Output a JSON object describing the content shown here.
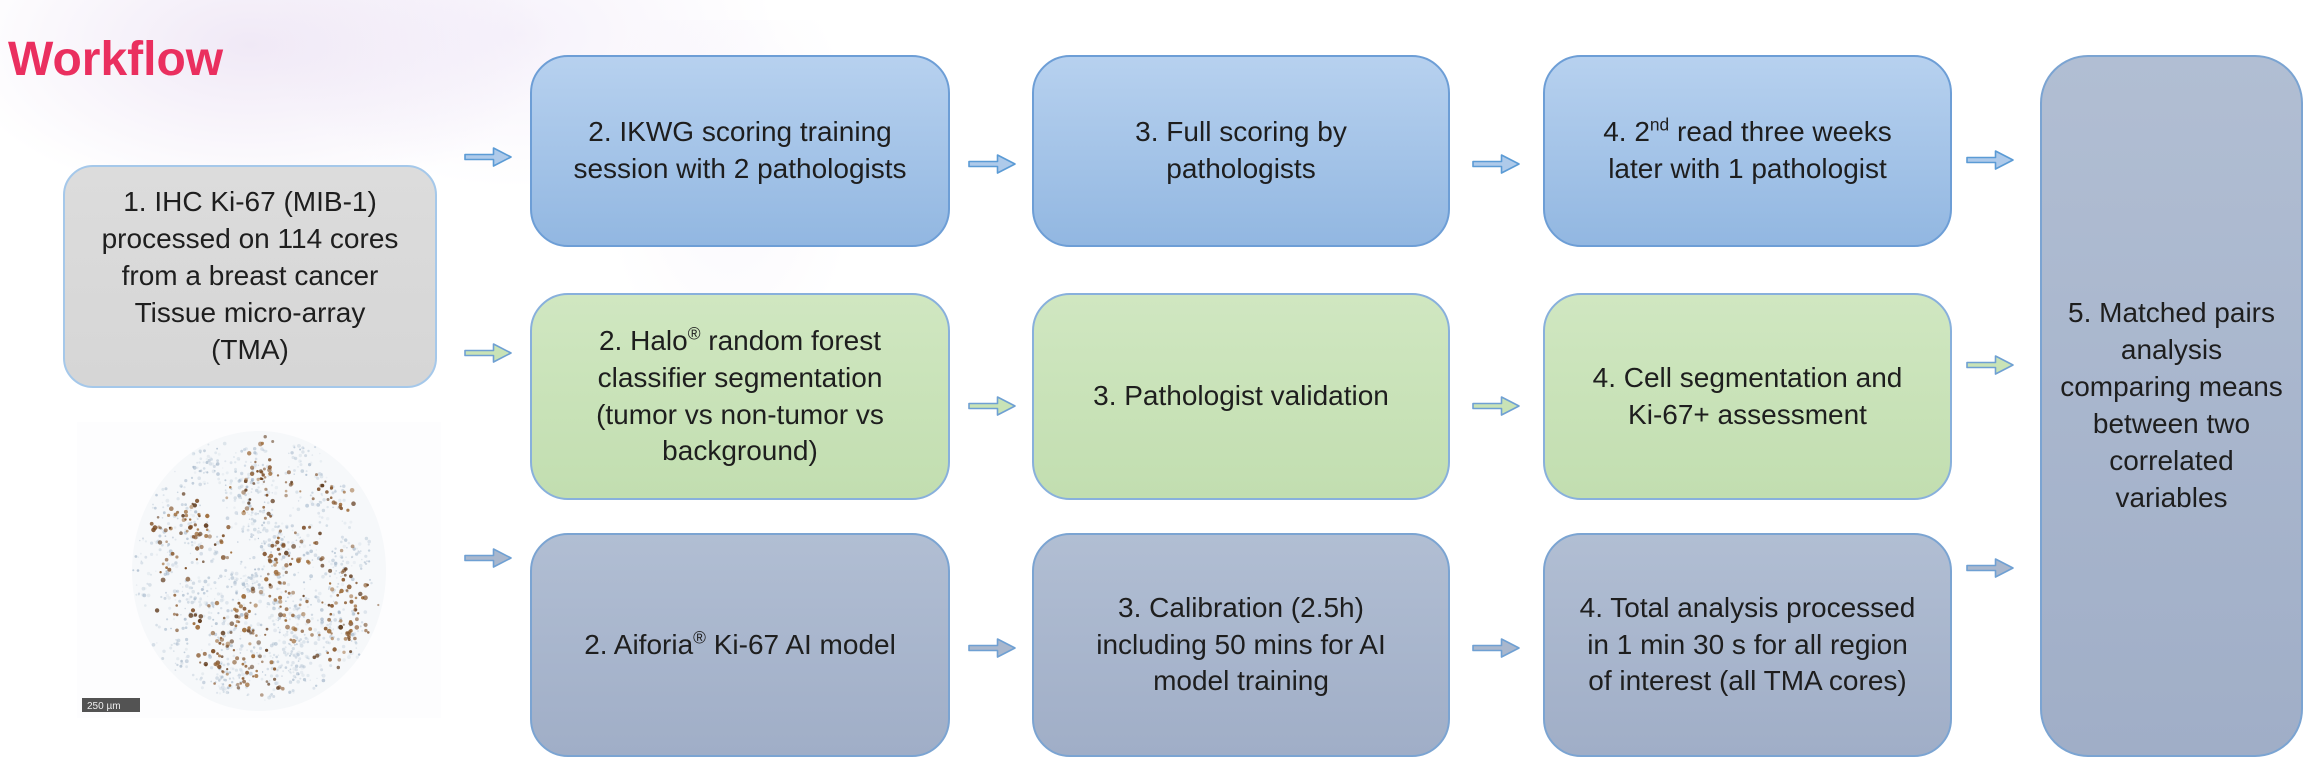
{
  "title": "Workflow",
  "palette": {
    "title_pink": "#EA2F5F",
    "pathologist_row_blue": "#A5C3E7",
    "halo_row_green": "#C9E3B8",
    "ai_row_slate": "#A9B7CD",
    "start_box_gray": "#D9D9D9",
    "outline_blue": "#6D9ED6",
    "text_dark": "#1E1E1E"
  },
  "start_box": {
    "label": "1. IHC Ki-67 (MIB-1) processed on 114 cores from a breast cancer Tissue micro-array (TMA)"
  },
  "tissue_image": {
    "scale_label": "250 µm"
  },
  "rows": [
    {
      "steps": [
        "2. IKWG scoring training session with 2 pathologists",
        "3. Full scoring by pathologists",
        "4. 2^{nd} read three weeks later with 1 pathologist"
      ]
    },
    {
      "steps": [
        "2. Halo^{®} random forest classifier segmentation (tumor vs non-tumor vs background)",
        "3. Pathologist validation",
        "4. Cell segmentation and Ki-67+ assessment"
      ]
    },
    {
      "steps": [
        "2. Aiforia^{®} Ki-67 AI model",
        "3. Calibration (2.5h) including 50 mins for AI model training",
        "4. Total analysis processed in 1 min 30 s for all region of interest (all TMA cores)"
      ]
    }
  ],
  "final_box": {
    "label": "5. Matched pairs analysis comparing means between two correlated variables"
  }
}
